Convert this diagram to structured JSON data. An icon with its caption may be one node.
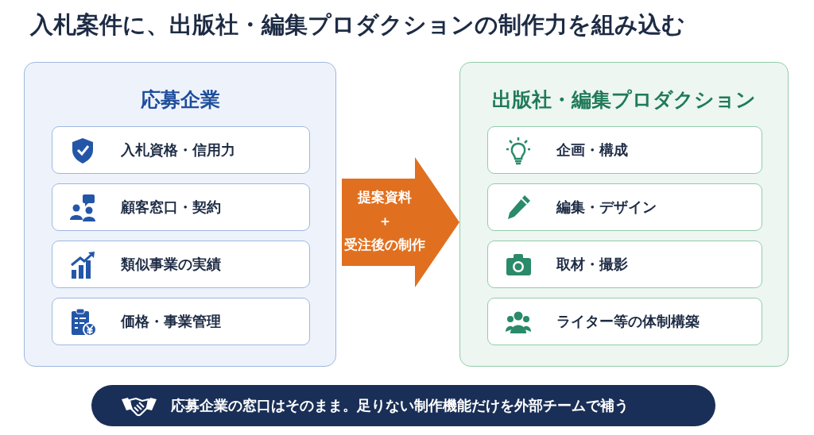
{
  "diagram": {
    "title": "入札案件に、出版社・編集プロダクションの制作力を組み込む",
    "nodes": [
      {
        "text": [
          "応募企業"
        ]
      },
      {
        "text": [
          "入札資格・信用力"
        ],
        "in": 0
      },
      {
        "text": [
          "顧客窓口・契約"
        ],
        "in": 0
      },
      {
        "text": [
          "類似事業の実績"
        ],
        "in": 0
      },
      {
        "text": [
          "価格・事業管理"
        ],
        "in": 0
      },
      {
        "text": [
          "出版社・編集プロダクション"
        ]
      },
      {
        "text": [
          "企画・構成"
        ],
        "in": 5
      },
      {
        "text": [
          "編集・デザイン"
        ],
        "in": 5
      },
      {
        "text": [
          "取材・撮影"
        ],
        "in": 5
      },
      {
        "text": [
          "ライター等の体制構築"
        ],
        "in": 5
      },
      {
        "text": [
          "応募企業の窓口はそのまま。足りない制作機能だけを外部チームで補う"
        ]
      }
    ],
    "edges": [
      {
        "from": 0,
        "to": 5,
        "arrow": "to",
        "label": "提案資料＋受注後の制作",
        "style": "thick",
        "color": "#e07020"
      }
    ]
  }
}
